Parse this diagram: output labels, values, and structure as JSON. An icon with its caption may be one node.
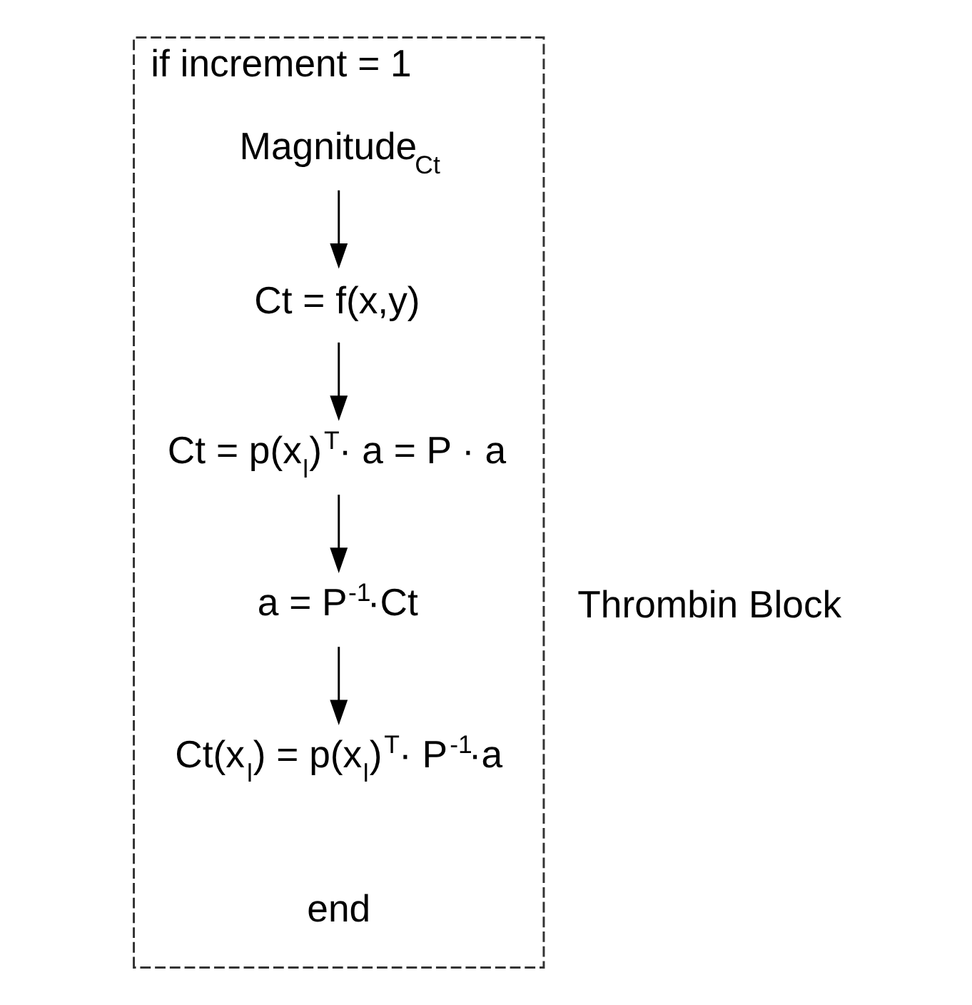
{
  "diagram": {
    "nodes": [
      {
        "text": [
          "if increment = 1",
          "Thrombin Block",
          "end"
        ]
      },
      {
        "text": [
          "Magnitude$_{Ct}$"
        ],
        "in": 0
      },
      {
        "text": [
          "Ct = f(x,y)"
        ],
        "in": 0
      },
      {
        "text": [
          "Ct = p(x$_{l}$)$^{T}$· a = P · a"
        ],
        "in": 0
      },
      {
        "text": [
          "a = P$^{-1}$·Ct"
        ],
        "in": 0
      },
      {
        "text": [
          "Ct(x$_{l}$) = p(x$_{l}$)$^{T}$· P$^{-1}$·a"
        ],
        "in": 0
      }
    ],
    "edges": [
      {
        "from": 1,
        "to": 2,
        "arrow": "to"
      },
      {
        "from": 2,
        "to": 3,
        "arrow": "to"
      },
      {
        "from": 3,
        "to": 4,
        "arrow": "to"
      },
      {
        "from": 4,
        "to": 5,
        "arrow": "to"
      }
    ]
  }
}
